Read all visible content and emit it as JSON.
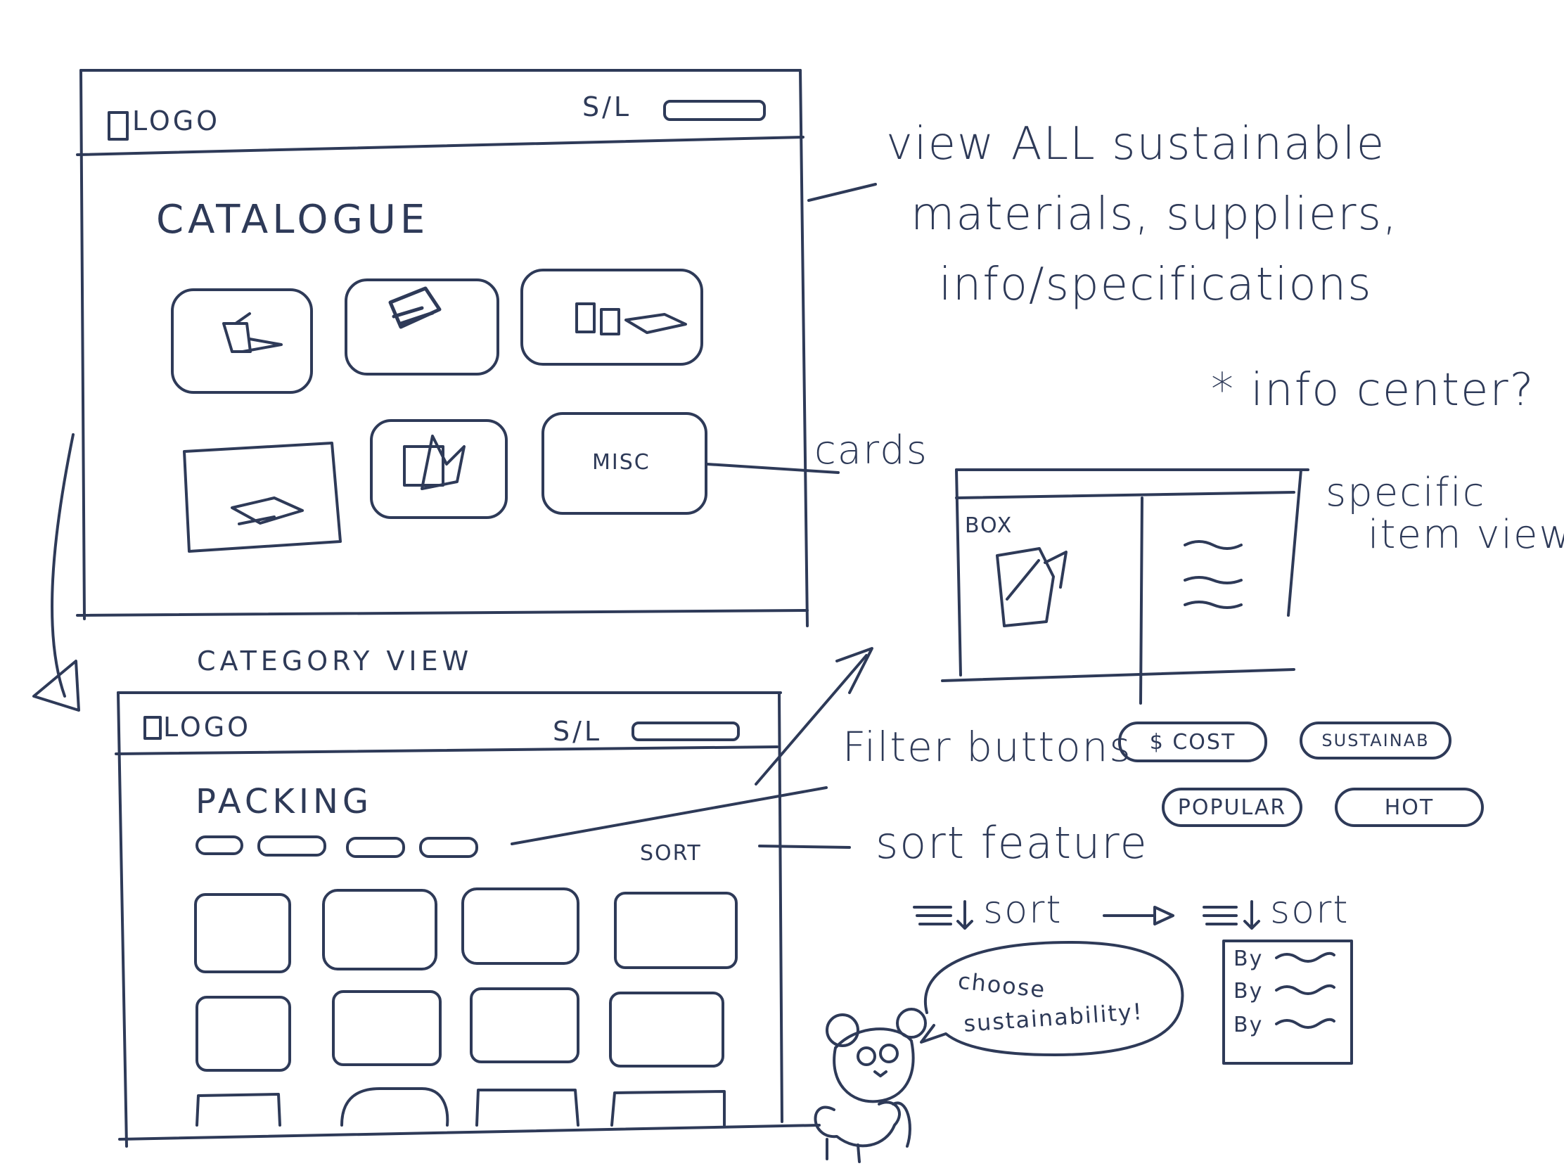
{
  "wireframe_1": {
    "logo": "LOGO",
    "signin": "S/L",
    "heading": "CATALOGUE",
    "card_misc_label": "MISC"
  },
  "wireframe_2": {
    "caption": "CATEGORY VIEW",
    "logo": "LOGO",
    "signin": "S/L",
    "heading": "PACKING",
    "sort_label": "SORT"
  },
  "item_view": {
    "box_label": "BOX"
  },
  "annotations": {
    "catalogue_note": [
      "view ALL sustainable",
      "materials, suppliers,",
      "info/specifications"
    ],
    "info_center": "* info center?",
    "cards": "cards",
    "specific_item_view": [
      "specific",
      "item view"
    ],
    "filter_buttons": "Filter buttons",
    "sort_feature": "sort feature"
  },
  "filter_pills": [
    "$ COST",
    "SUSTAINAB",
    "POPULAR",
    "HOT"
  ],
  "sort_demo": {
    "before_label": "sort",
    "after_label": "sort",
    "menu_items": [
      "By",
      "By",
      "By"
    ]
  },
  "mascot": {
    "speech": [
      "choose",
      "sustainability!"
    ]
  },
  "colors": {
    "ink": "#2e3a58",
    "paper": "#ffffff"
  }
}
